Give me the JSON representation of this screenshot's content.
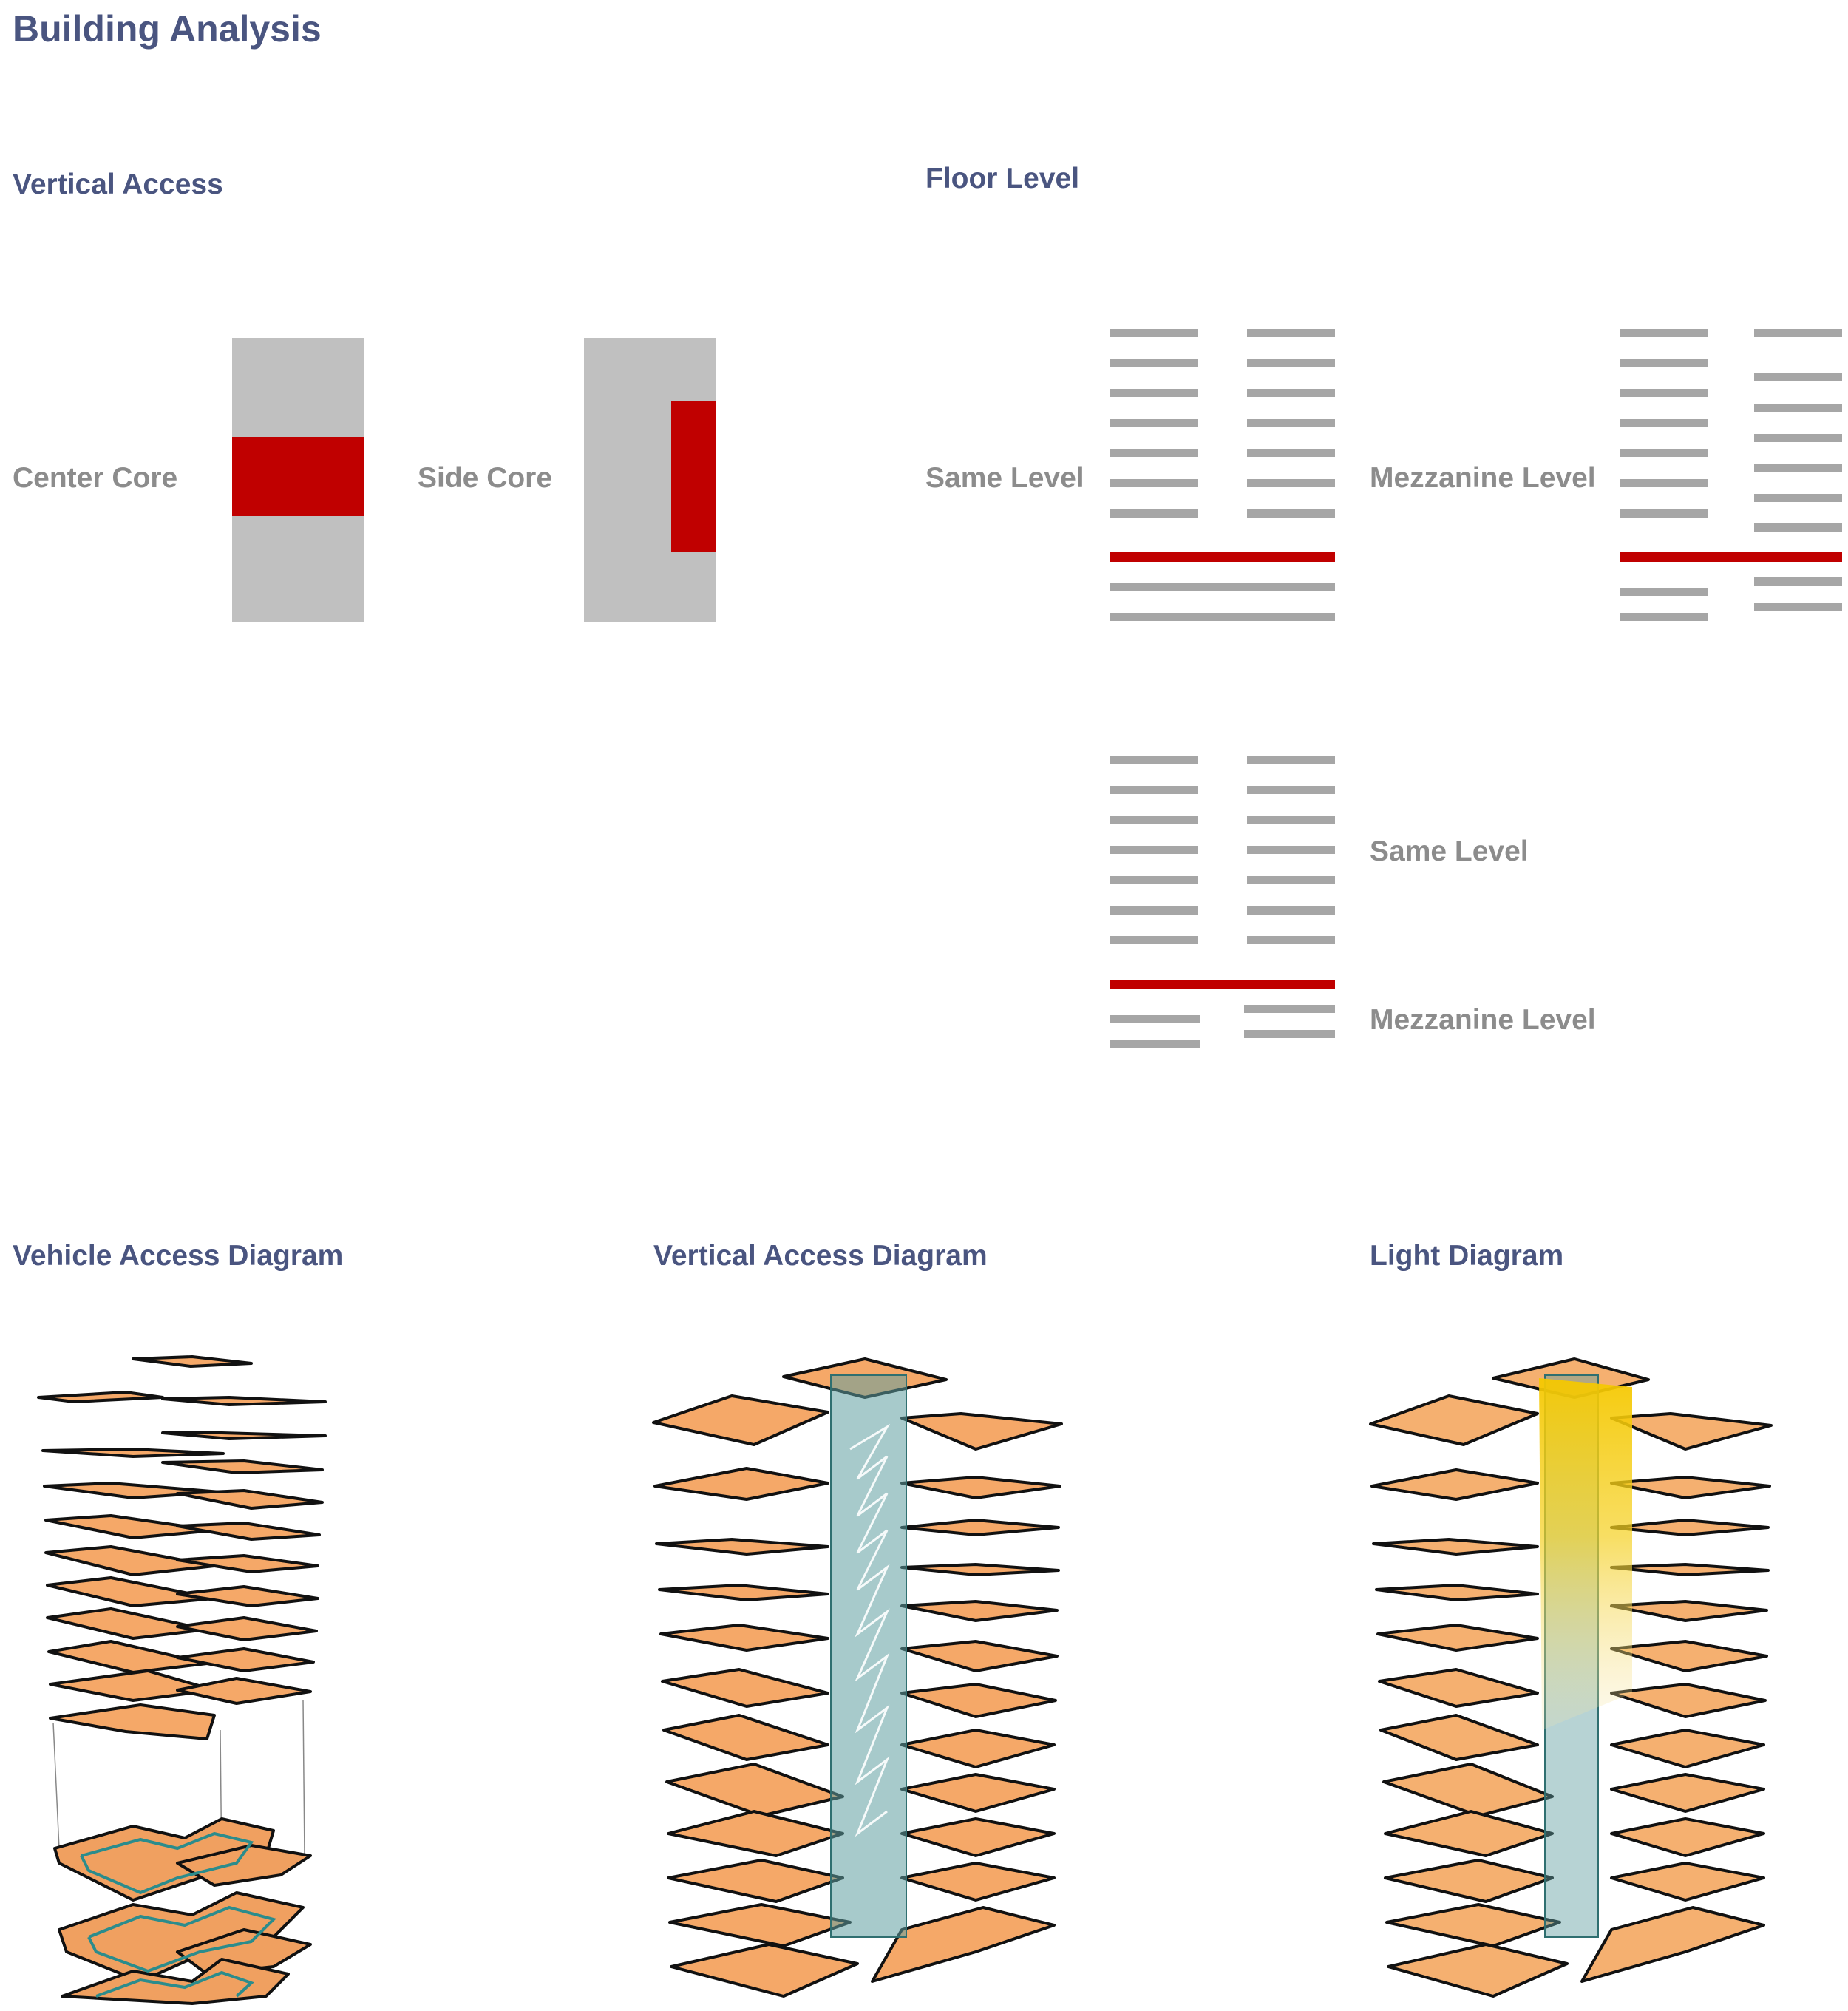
{
  "title": "Building Analysis",
  "vertical_access": {
    "heading": "Vertical Access",
    "center_core_label": "Center Core",
    "side_core_label": "Side Core"
  },
  "floor_level": {
    "heading": "Floor Level",
    "same_level_label": "Same Level",
    "mezzanine_level_label": "Mezzanine Level",
    "combined_same_label": "Same Level",
    "combined_mezzanine_label": "Mezzanine Level"
  },
  "diagrams": {
    "vehicle_heading": "Vehicle Access Diagram",
    "vertical_heading": "Vertical Access Diagram",
    "light_heading": "Light Diagram"
  },
  "colors": {
    "heading": "#4a5580",
    "label": "#8c8c8c",
    "core": "#c00000",
    "mass": "#c0c0c0",
    "floor_line": "#a6a6a6",
    "slab": "#f5a868",
    "circulation": "#2b8c8c",
    "vertical_core": "#5f9ea0",
    "light": "#f5c800"
  }
}
